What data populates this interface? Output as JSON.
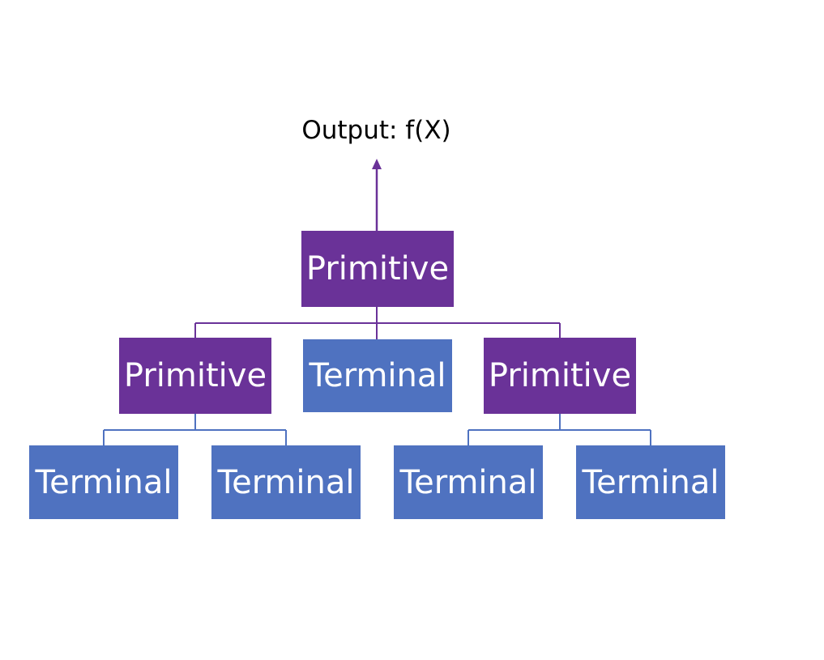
{
  "output": {
    "label": "Output: f(X)"
  },
  "tree": {
    "root": {
      "label": "Primitive",
      "kind": "primitive"
    },
    "level1": [
      {
        "label": "Primitive",
        "kind": "primitive"
      },
      {
        "label": "Terminal",
        "kind": "terminal"
      },
      {
        "label": "Primitive",
        "kind": "primitive"
      }
    ],
    "level2": [
      {
        "label": "Terminal",
        "kind": "terminal"
      },
      {
        "label": "Terminal",
        "kind": "terminal"
      },
      {
        "label": "Terminal",
        "kind": "terminal"
      },
      {
        "label": "Terminal",
        "kind": "terminal"
      }
    ]
  },
  "colors": {
    "primitive": "#6a3298",
    "terminal": "#4f72c0",
    "arrow": "#6a3298",
    "connector_primitive": "#6a3298",
    "connector_terminal": "#4f72c0",
    "text_on_node": "#ffffff",
    "label_text": "#000000"
  }
}
